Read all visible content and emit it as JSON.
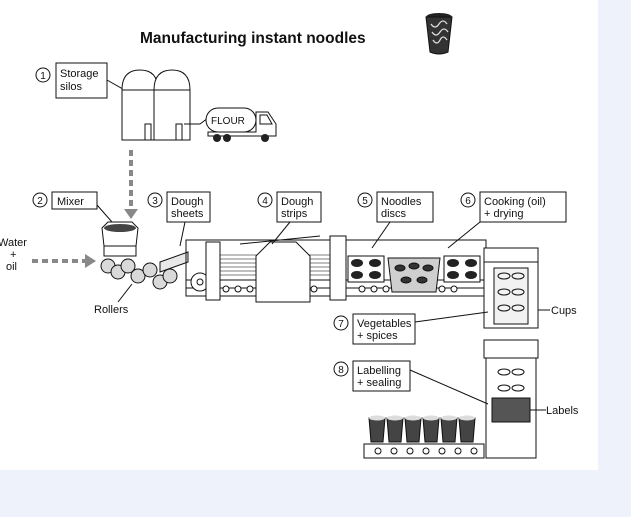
{
  "title": "Manufacturing instant noodles",
  "steps": [
    {
      "num": "1",
      "line1": "Storage",
      "line2": "silos"
    },
    {
      "num": "2",
      "line1": "Mixer",
      "line2": ""
    },
    {
      "num": "3",
      "line1": "Dough",
      "line2": "sheets"
    },
    {
      "num": "4",
      "line1": "Dough",
      "line2": "strips"
    },
    {
      "num": "5",
      "line1": "Noodles",
      "line2": "discs"
    },
    {
      "num": "6",
      "line1": "Cooking (oil)",
      "line2": "+ drying"
    },
    {
      "num": "7",
      "line1": "Vegetables",
      "line2": "+ spices"
    },
    {
      "num": "8",
      "line1": "Labelling",
      "line2": "+ sealing"
    }
  ],
  "labels": {
    "flour": "FLOUR",
    "water": "Water",
    "plus": "+",
    "oil": "oil",
    "rollers": "Rollers",
    "cups": "Cups",
    "labels": "Labels"
  }
}
